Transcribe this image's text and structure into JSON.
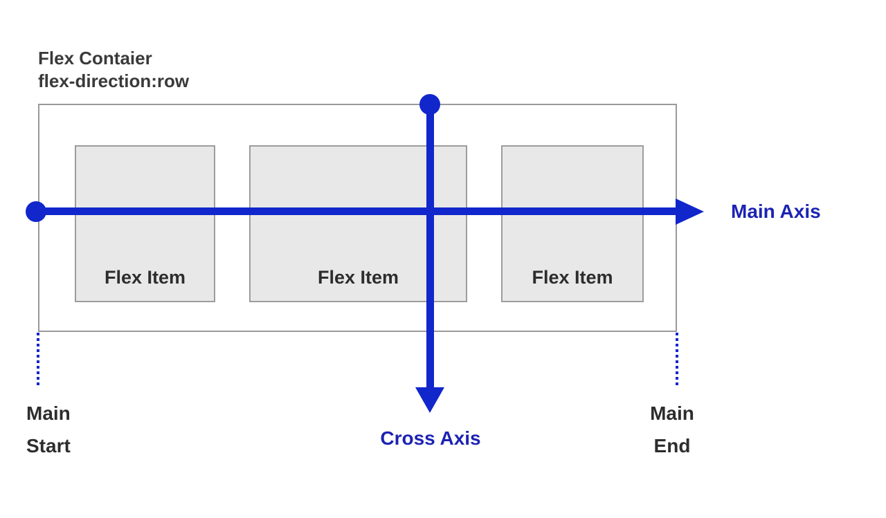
{
  "colors": {
    "axis_blue": "#1126cb",
    "label_blue": "#1c23b3",
    "item_fill": "#e8e8e8",
    "item_border": "#9c9c9c",
    "container_border": "#999999",
    "text_dark": "#2d2d2d",
    "title_color": "#3a3a3a"
  },
  "title": {
    "line1": "Flex Contaier",
    "line2": "flex-direction:row"
  },
  "container": {
    "items": [
      {
        "label": "Flex Item"
      },
      {
        "label": "Flex Item"
      },
      {
        "label": "Flex Item"
      }
    ]
  },
  "axes": {
    "main": {
      "label": "Main Axis"
    },
    "cross": {
      "label": "Cross Axis"
    }
  },
  "markers": {
    "main_start": {
      "line1": "Main",
      "line2": "Start"
    },
    "main_end": {
      "line1": "Main",
      "line2": "End"
    }
  }
}
